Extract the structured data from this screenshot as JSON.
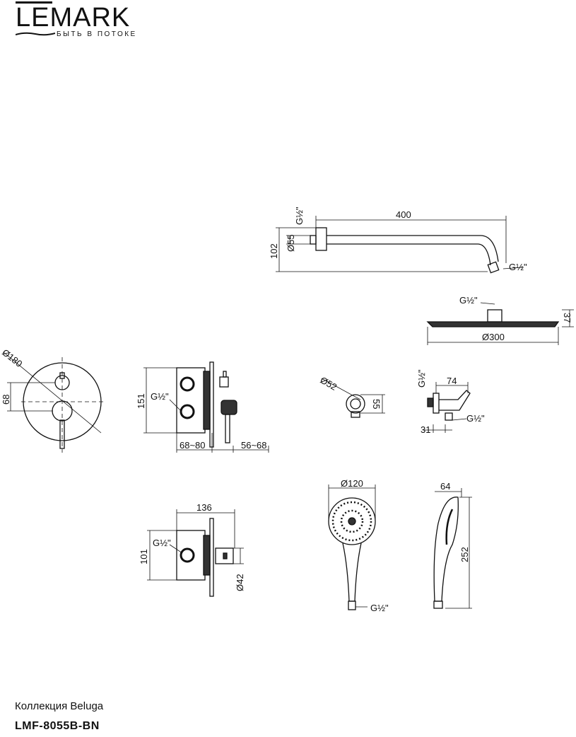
{
  "logo": {
    "brand": "LEMARK",
    "tagline": "БЫТЬ В ПОТОКЕ"
  },
  "labels": {
    "arm_length": "400",
    "arm_thread": "G½\"",
    "arm_flange_dia": "Ø55",
    "arm_height": "102",
    "arm_outlet_thread": "G½\"",
    "head_thread": "G½\"",
    "head_height": "37",
    "head_dia": "Ø300",
    "mixer_plate_dia": "Ø180",
    "mixer_spacing": "68",
    "mixer_box_height": "151",
    "mixer_thread": "G½\"",
    "mixer_depth": "68~80",
    "mixer_protrusion": "56~68",
    "outlet_dia": "Ø52",
    "outlet_height": "55",
    "holder_length": "74",
    "holder_thread_top": "G½\"",
    "holder_offset": "31",
    "holder_thread": "G½\"",
    "valve_length": "136",
    "valve_height": "101",
    "valve_thread": "G½\"",
    "valve_dia": "Ø42",
    "hand_dia": "Ø120",
    "hand_thread": "G½\"",
    "hand_depth": "64",
    "hand_length": "252"
  },
  "footer": {
    "collection": "Коллекция Beluga",
    "model": "LMF-8055B-BN"
  }
}
